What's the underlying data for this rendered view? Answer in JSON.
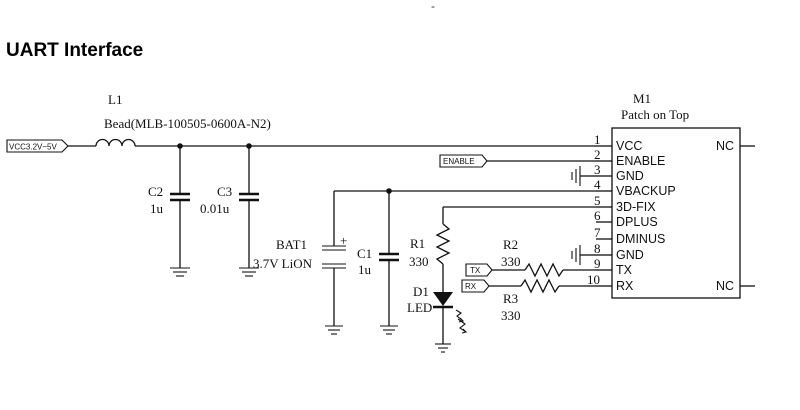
{
  "page": {
    "heading": "UART Interface",
    "top_mark": "-"
  },
  "schematic": {
    "power_input": "VCC3.2V~5V",
    "inductor": {
      "ref": "L1",
      "value": "Bead(MLB-100505-0600A-N2)"
    },
    "c2": {
      "ref": "C2",
      "value": "1u"
    },
    "c3": {
      "ref": "C3",
      "value": "0.01u"
    },
    "battery": {
      "ref": "BAT1",
      "value": "3.7V LiON"
    },
    "c1": {
      "ref": "C1",
      "value": "1u"
    },
    "r1": {
      "ref": "R1",
      "value": "330"
    },
    "r2": {
      "ref": "R2",
      "value": "330"
    },
    "r3": {
      "ref": "R3",
      "value": "330"
    },
    "d1": {
      "ref": "D1",
      "value": "LED"
    },
    "enable_tag": "ENABLE",
    "tx_tag": "TX",
    "rx_tag": "RX",
    "module": {
      "ref": "M1",
      "name": "Patch on Top",
      "nc_label": "NC",
      "pins": [
        {
          "num": "1",
          "name": "VCC"
        },
        {
          "num": "2",
          "name": "ENABLE"
        },
        {
          "num": "3",
          "name": "GND"
        },
        {
          "num": "4",
          "name": "VBACKUP"
        },
        {
          "num": "5",
          "name": "3D-FIX"
        },
        {
          "num": "6",
          "name": "DPLUS"
        },
        {
          "num": "7",
          "name": "DMINUS"
        },
        {
          "num": "8",
          "name": "GND"
        },
        {
          "num": "9",
          "name": "TX"
        },
        {
          "num": "10",
          "name": "RX"
        }
      ]
    }
  }
}
